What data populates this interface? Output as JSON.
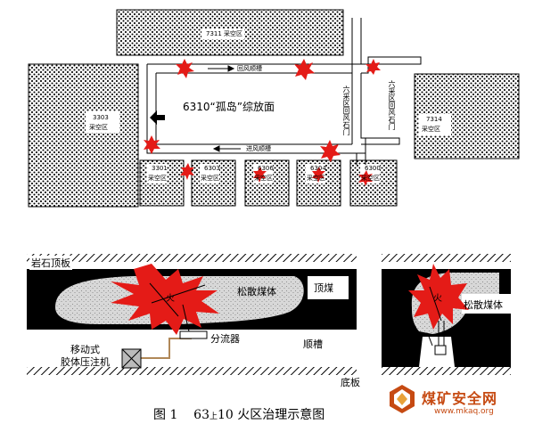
{
  "top_diagram": {
    "goafs": {
      "g7311": "7311 采空区",
      "g3303": "3303",
      "g3303_sub": "采空区",
      "g7314": "7314",
      "g7314_sub": "采空区",
      "g3301": "3301",
      "g6303": "6303",
      "g6306": "6306",
      "g6304": "6304",
      "g6300": "6300",
      "small_sub": "采空区"
    },
    "face_label": "6310“孤岛”综放面",
    "return_trough": "回风顺槽",
    "intake_trough": "进风顺槽",
    "left_vertical_label": "六采区回风石门",
    "right_vertical_label": "六采区回风石门"
  },
  "bottom_diagram": {
    "roof_rock": "岩石顶板",
    "top_coal": "顶煤",
    "loose_coal": "松散煤体",
    "loose_coal_right": "松散煤体",
    "fire_mark": "火",
    "fire_mark_right": "火",
    "diverter": "分流器",
    "trough": "顺槽",
    "machine_line1": "移动式",
    "machine_line2": "胶体压注机",
    "floor": "底板"
  },
  "caption": {
    "fig": "图 1",
    "num": "63",
    "sub": "上",
    "rest": "10 火区治理示意图"
  },
  "watermark": {
    "brand": "煤矿安全网",
    "url": "www.mkaq.org"
  },
  "colors": {
    "fire": "#e41b17",
    "hatch": "#000000",
    "watermark": "#c64a12"
  }
}
